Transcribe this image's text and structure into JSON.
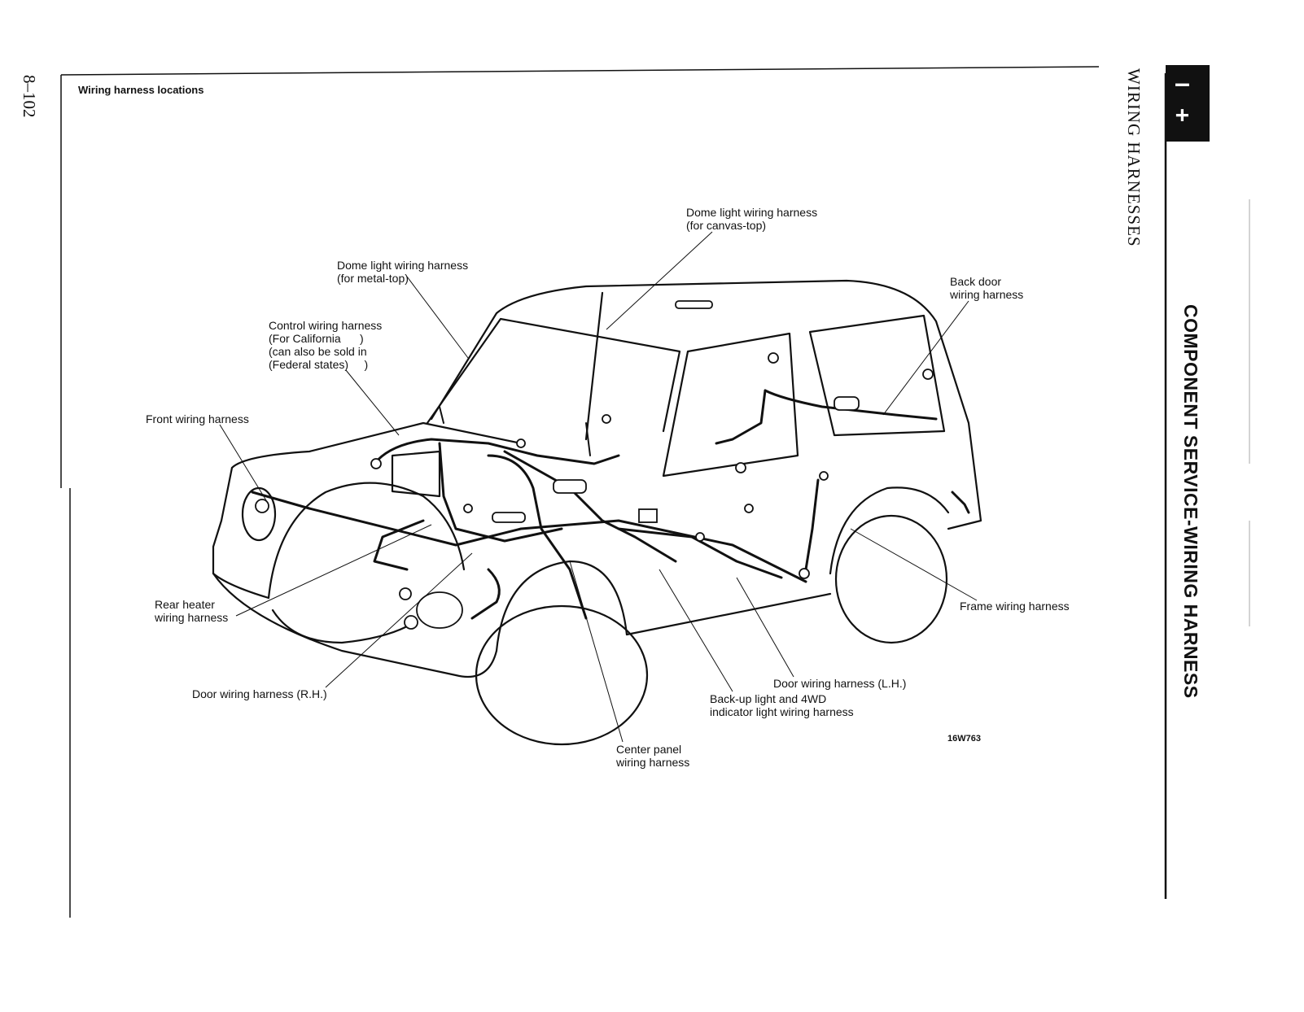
{
  "page": {
    "number": "8–102",
    "section_title": "WIRING HARNESSES",
    "chapter_title": "COMPONENT SERVICE-WIRING HARNESS",
    "figure_title": "Wiring harness locations",
    "figure_code": "16W763",
    "battery_icon": {
      "minus": "–",
      "plus": "+"
    }
  },
  "labels": {
    "dome_canvas": "Dome light wiring harness\n(for canvas-top)",
    "dome_metal": "Dome light wiring harness\n(for metal-top)",
    "back_door": "Back door\nwiring harness",
    "control": "Control wiring harness\n(For California      )\n(can also be sold in\n(Federal states)     )",
    "front": "Front wiring harness",
    "rear_heater": "Rear heater\nwiring harness",
    "frame": "Frame wiring harness",
    "door_rh": "Door wiring harness (R.H.)",
    "door_lh": "Door wiring harness (L.H.)",
    "backup_4wd": "Back-up light and 4WD\nindicator light wiring harness",
    "center_panel": "Center panel\nwiring harness"
  }
}
